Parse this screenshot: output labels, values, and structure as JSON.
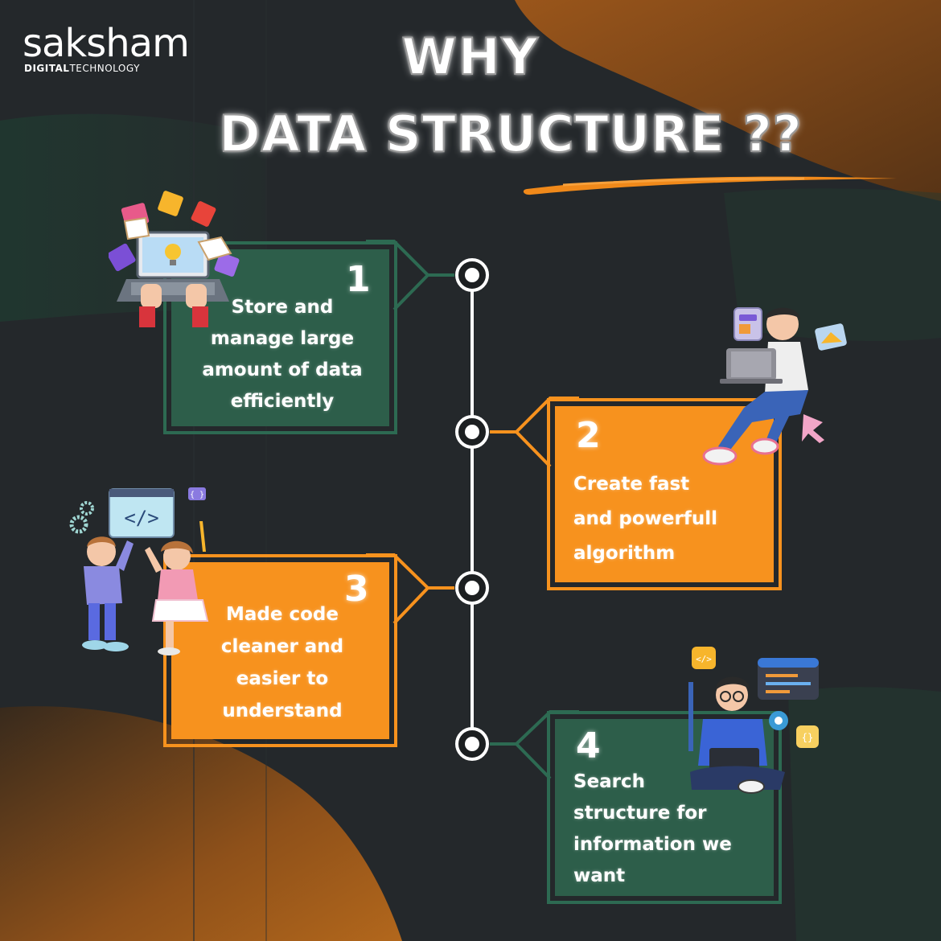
{
  "brand": {
    "name": "saksham",
    "sub_bold": "DIGITAL",
    "sub_rest": "TECHNOLOGY"
  },
  "title": {
    "line1": "WHY",
    "line2": "DATA STRUCTURE ??"
  },
  "steps": [
    {
      "number": "1",
      "text": [
        "Store and",
        "manage large",
        "amount of data",
        "efficiently"
      ]
    },
    {
      "number": "2",
      "text": [
        "Create fast",
        "and powerfull",
        "algorithm"
      ]
    },
    {
      "number": "3",
      "text": [
        "Made code",
        "cleaner and",
        "easier to",
        "understand"
      ]
    },
    {
      "number": "4",
      "text": [
        "Search",
        "structure for",
        "information we",
        "want"
      ]
    }
  ],
  "colors": {
    "background": "#24282b",
    "green": "#2d5e4a",
    "orange": "#f7921e",
    "accent_swoosh": "#f0891a"
  },
  "icons": [
    "laptop-idea-icon",
    "boy-laptop-icon",
    "kids-code-icon",
    "coder-laptop-icon",
    "code-window-icon",
    "gear-icon"
  ]
}
